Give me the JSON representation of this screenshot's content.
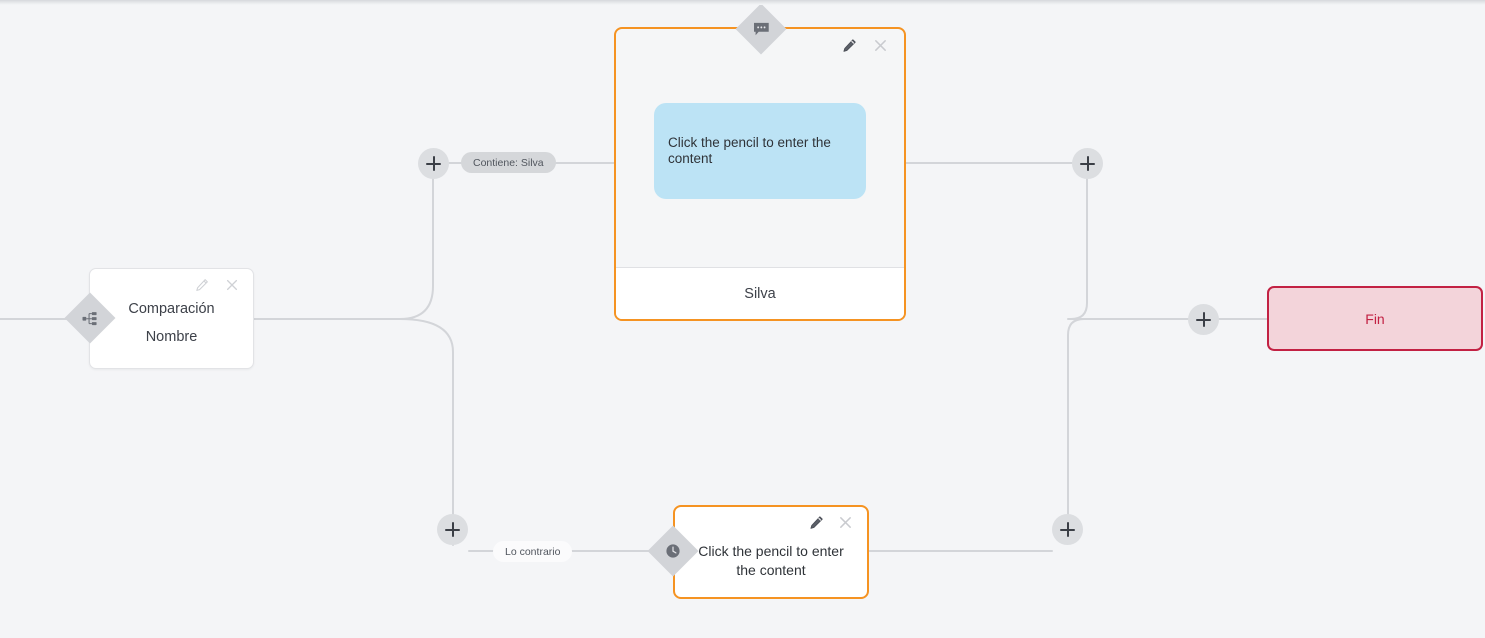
{
  "app": {
    "canvas_name": "flow-builder-canvas",
    "background_color": "#f4f5f7"
  },
  "colors": {
    "selected_border": "#f59322",
    "bubble_background": "#bce3f5",
    "end_border": "#c22143",
    "end_background": "#f3d4da",
    "end_text": "#c22143",
    "wire": "#d3d5d9",
    "badge": "#d2d4d8",
    "plus_button": "#dcdee1"
  },
  "nodes": {
    "compare": {
      "badge_icon": "sitemap-icon",
      "title": "Comparación",
      "subtitle": "Nombre",
      "edit_label": "pencil-icon",
      "close_label": "close-icon"
    },
    "message": {
      "badge_icon": "chat-bubble-icon",
      "bubble_text": "Click the pencil to enter the content",
      "footer_text": "Silva",
      "edit_label": "pencil-icon",
      "close_label": "close-icon"
    },
    "delay": {
      "badge_icon": "clock-icon",
      "text": "Click the pencil to enter the content",
      "edit_label": "pencil-icon",
      "close_label": "close-icon"
    },
    "end": {
      "label": "Fin"
    }
  },
  "edges": {
    "labels": [
      {
        "text": "Contiene: Silva",
        "style": "gray"
      },
      {
        "text": "Lo contrario",
        "style": "white"
      }
    ]
  },
  "plus_buttons": [
    {
      "name": "add-node-branch-true-left",
      "glyph": "+"
    },
    {
      "name": "add-node-branch-true-right",
      "glyph": "+"
    },
    {
      "name": "add-node-branch-false-left",
      "glyph": "+"
    },
    {
      "name": "add-node-branch-false-right",
      "glyph": "+"
    },
    {
      "name": "add-node-before-end",
      "glyph": "+"
    }
  ]
}
